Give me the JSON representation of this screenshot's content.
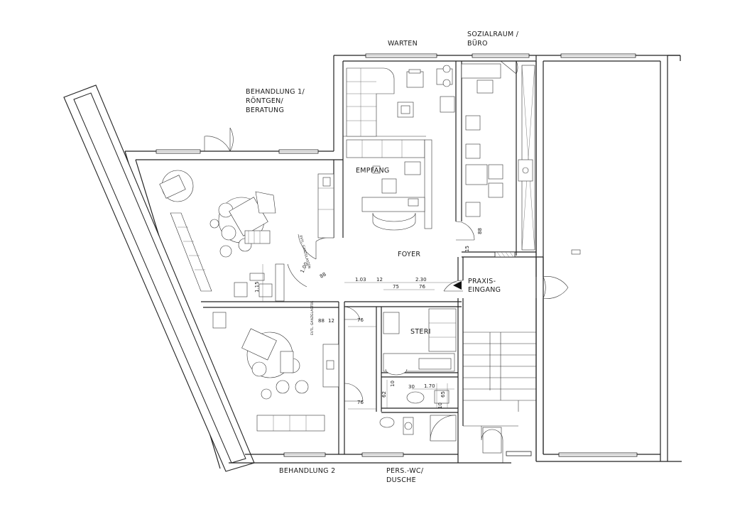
{
  "rooms": {
    "behandlung1": [
      "BEHANDLUNG 1/",
      "RÖNTGEN/",
      "BERATUNG"
    ],
    "warten": "WARTEN",
    "sozialraum": [
      "SOZIALRAUM  /",
      "BÜRO"
    ],
    "empfang": "EMPFANG",
    "foyer": "FOYER",
    "steri": "STERI",
    "praxiseingang": [
      "PRAXIS-",
      "EINGANG"
    ],
    "behandlung2": "BEHANDLUNG 2",
    "wc": [
      "PERS.-WC/",
      "DUSCHE"
    ]
  },
  "notes": {
    "ganzglas1": "EVTL. GANZGLASTÜR",
    "ganzglas2": "EVTL. GANZGLASTÜR"
  },
  "dimensions": {
    "d103": "1.03",
    "d12a": "12",
    "d230": "2.30",
    "d75": "75",
    "d76a": "76",
    "d115": "1.15",
    "d100": "1.00",
    "d88a": "88",
    "d12b": "12",
    "d88b": "88",
    "d76b": "76",
    "d76c": "76",
    "d15": "15",
    "d88c": "88",
    "d170": "1.70",
    "d62": "62",
    "d10a": "10",
    "d30": "30",
    "d65": "65",
    "d10b": "10"
  }
}
